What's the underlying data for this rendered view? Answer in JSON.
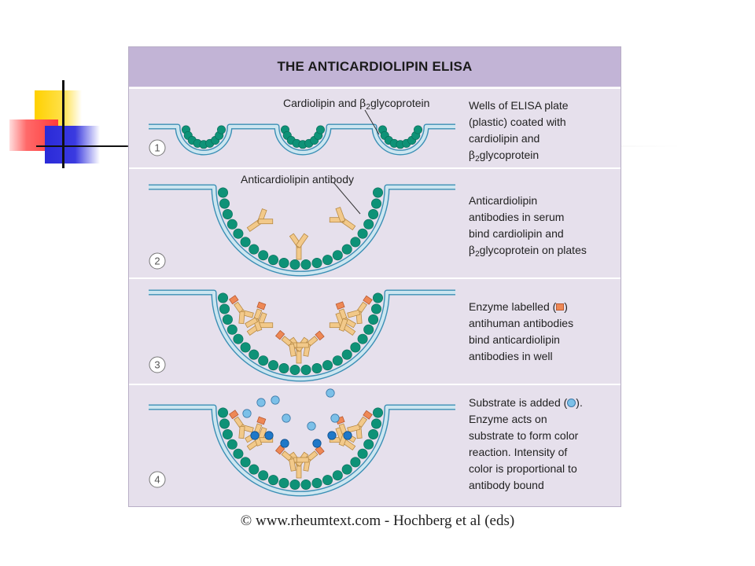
{
  "figure": {
    "title": "THE ANTICARDIOLIPIN ELISA",
    "steps": [
      {
        "number": "1",
        "callout": {
          "prefix": "Cardiolipin and ",
          "beta": "β",
          "sub": "2",
          "suffix": "glycoprotein"
        },
        "lines": [
          {
            "text": "Wells of ELISA plate"
          },
          {
            "text": "(plastic) coated with"
          },
          {
            "text": "cardiolipin and"
          },
          {
            "beta": "β",
            "sub": "2",
            "text": "glycoprotein"
          }
        ]
      },
      {
        "number": "2",
        "callout": {
          "prefix": "Anticardiolipin antibody"
        },
        "lines": [
          {
            "text": "Anticardiolipin"
          },
          {
            "text": "antibodies in serum"
          },
          {
            "text": "bind cardiolipin and"
          },
          {
            "beta": "β",
            "sub": "2",
            "text": "glycoprotein on plates"
          }
        ]
      },
      {
        "number": "3",
        "lines": [
          {
            "text": "Enzyme labelled (",
            "swatch": "enzyme",
            "after": ")"
          },
          {
            "text": "antihuman antibodies"
          },
          {
            "text": "bind anticardiolipin"
          },
          {
            "text": "antibodies in well"
          }
        ]
      },
      {
        "number": "4",
        "lines": [
          {
            "text": "Substrate is added (",
            "swatch": "substrate",
            "after": ")."
          },
          {
            "text": "Enzyme acts on"
          },
          {
            "text": "substrate to form color"
          },
          {
            "text": "reaction. Intensity of"
          },
          {
            "text": "color is proportional to"
          },
          {
            "text": "antibody bound"
          }
        ]
      }
    ]
  },
  "caption": "© www.rheumtext.com - Hochberg et al (eds)",
  "colors": {
    "panel_bg": "#e6e0ec",
    "title_bar": "#c2b4d6",
    "plate_fill": "#cde6f0",
    "plate_edge": "#3b8fb5",
    "cardiolipin": "#0e9277",
    "antibody": "#f2c98a",
    "enzyme": "#ee8855",
    "substrate": "#7cc0e8",
    "product": "#1f78c8"
  }
}
